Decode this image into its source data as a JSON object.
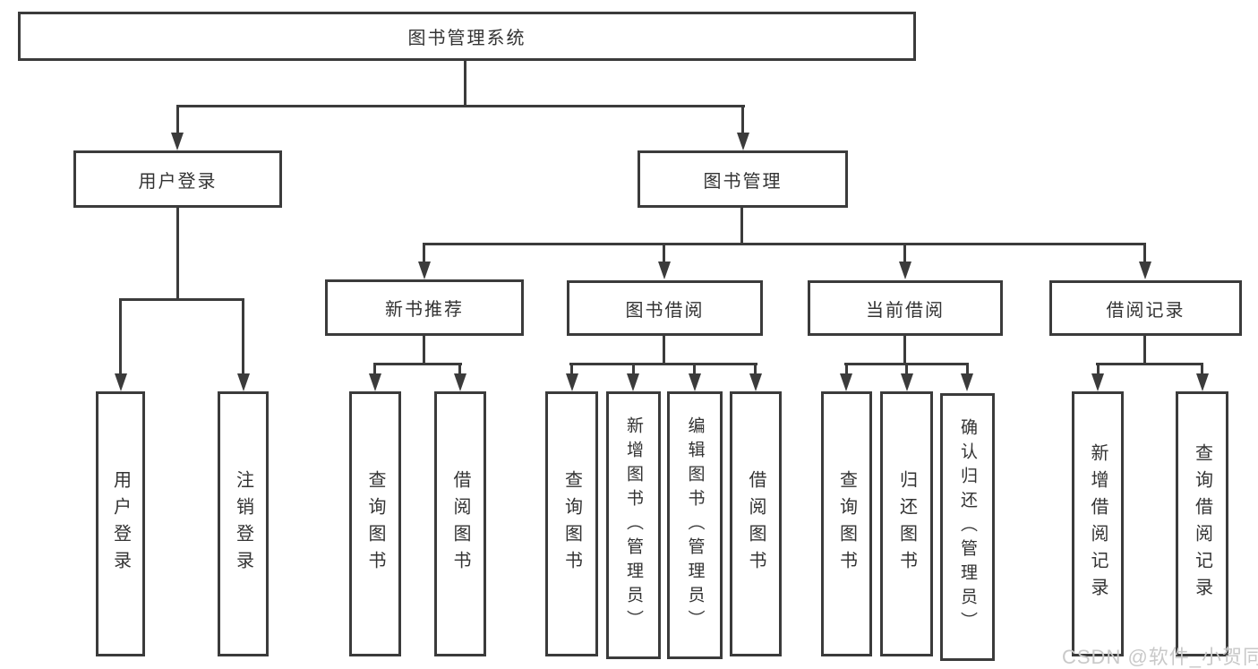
{
  "diagram": {
    "root": {
      "label": "图书管理系统"
    },
    "branches": [
      {
        "label": "用户登录",
        "children": [
          {
            "label": "用户登录"
          },
          {
            "label": "注销登录"
          }
        ]
      },
      {
        "label": "图书管理",
        "children": [
          {
            "label": "新书推荐",
            "children": [
              {
                "label": "查询图书"
              },
              {
                "label": "借阅图书"
              }
            ]
          },
          {
            "label": "图书借阅",
            "children": [
              {
                "label": "查询图书"
              },
              {
                "label": "新增图书（管理员）"
              },
              {
                "label": "编辑图书（管理员）"
              },
              {
                "label": "借阅图书"
              }
            ]
          },
          {
            "label": "当前借阅",
            "children": [
              {
                "label": "查询图书"
              },
              {
                "label": "归还图书"
              },
              {
                "label": "确认归还（管理员）"
              }
            ]
          },
          {
            "label": "借阅记录",
            "children": [
              {
                "label": "新增借阅记录"
              },
              {
                "label": "查询借阅记录"
              }
            ]
          }
        ]
      }
    ],
    "watermark": {
      "text": "CSDN @软件_小贺同学"
    },
    "colors": {
      "line": "#3b3b3b",
      "text": "#333333",
      "background": "#ffffff",
      "watermark": "#c9c9c9"
    }
  }
}
